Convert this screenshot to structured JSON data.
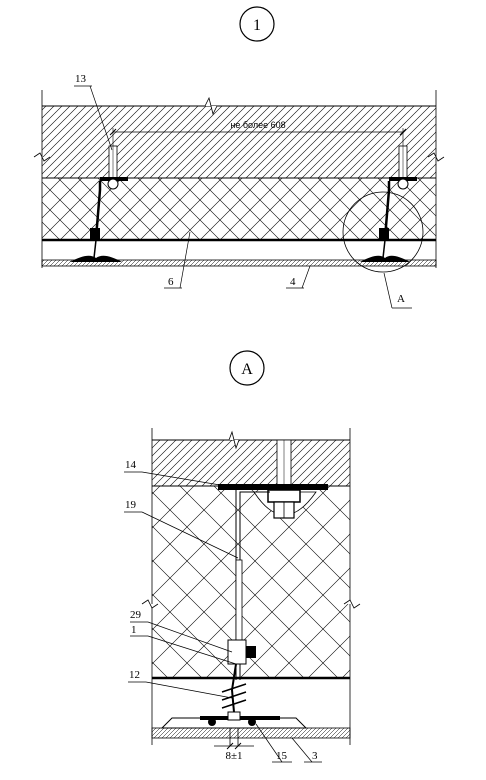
{
  "view_1": {
    "marker": "1",
    "dimension_label": "не более 608",
    "callouts": {
      "anchor": "13",
      "insulation": "6",
      "lining": "4",
      "detail": "A"
    }
  },
  "view_a": {
    "marker": "A",
    "callouts": {
      "plate": "14",
      "rod": "19",
      "clamp": "29",
      "bracket": "1",
      "wire": "12",
      "washer": "15",
      "panel": "3"
    },
    "gap_label": "8±1"
  },
  "colors": {
    "line": "#000000",
    "background": "#ffffff"
  }
}
